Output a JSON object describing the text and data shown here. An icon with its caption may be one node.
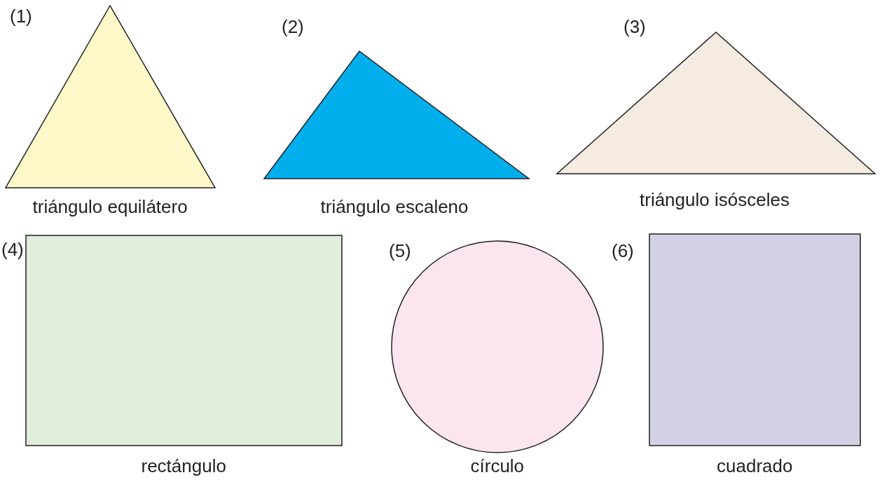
{
  "diagram": {
    "nodes": [
      {
        "text": [],
        "shape": "triangle",
        "beside": [
          "(1)",
          "triángulo equilátero"
        ]
      },
      {
        "text": [],
        "shape": "triangle",
        "beside": [
          "(2)",
          "triángulo escaleno"
        ]
      },
      {
        "text": [],
        "shape": "triangle",
        "beside": [
          "(3)",
          "triángulo isósceles"
        ]
      },
      {
        "text": [],
        "shape": "box",
        "beside": [
          "(4)",
          "rectángulo"
        ]
      },
      {
        "text": [],
        "shape": "circle",
        "beside": [
          "(5)",
          "círculo"
        ]
      },
      {
        "text": [],
        "shape": "box",
        "beside": [
          "(6)",
          "cuadrado"
        ]
      }
    ]
  }
}
